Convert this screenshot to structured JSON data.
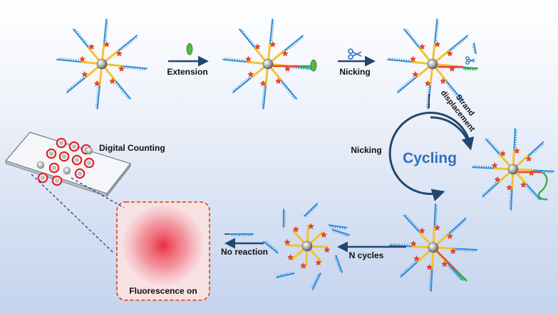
{
  "labels": {
    "extension": "Extension",
    "nicking_top": "Nicking",
    "strand": "Strand",
    "displacement": "displacement",
    "nicking_cycle": "Nicking",
    "cycling": "Cycling",
    "digital_counting": "Digital Counting",
    "n_cycles": "N cycles",
    "no_reaction": "No reaction",
    "fluorescence_on": "Fluorescence on"
  },
  "colors": {
    "blue_strand": "#2e8fd9",
    "yellow_strand": "#f5c22a",
    "red_fluor": "#e8452a",
    "green_strand": "#2ea84a",
    "core": "#a8a8a8",
    "cycle": "#22476e",
    "dashed_box": "#d9532d"
  },
  "icons": {
    "enzyme": "polymerase-icon",
    "scissors": "scissors-icon"
  }
}
